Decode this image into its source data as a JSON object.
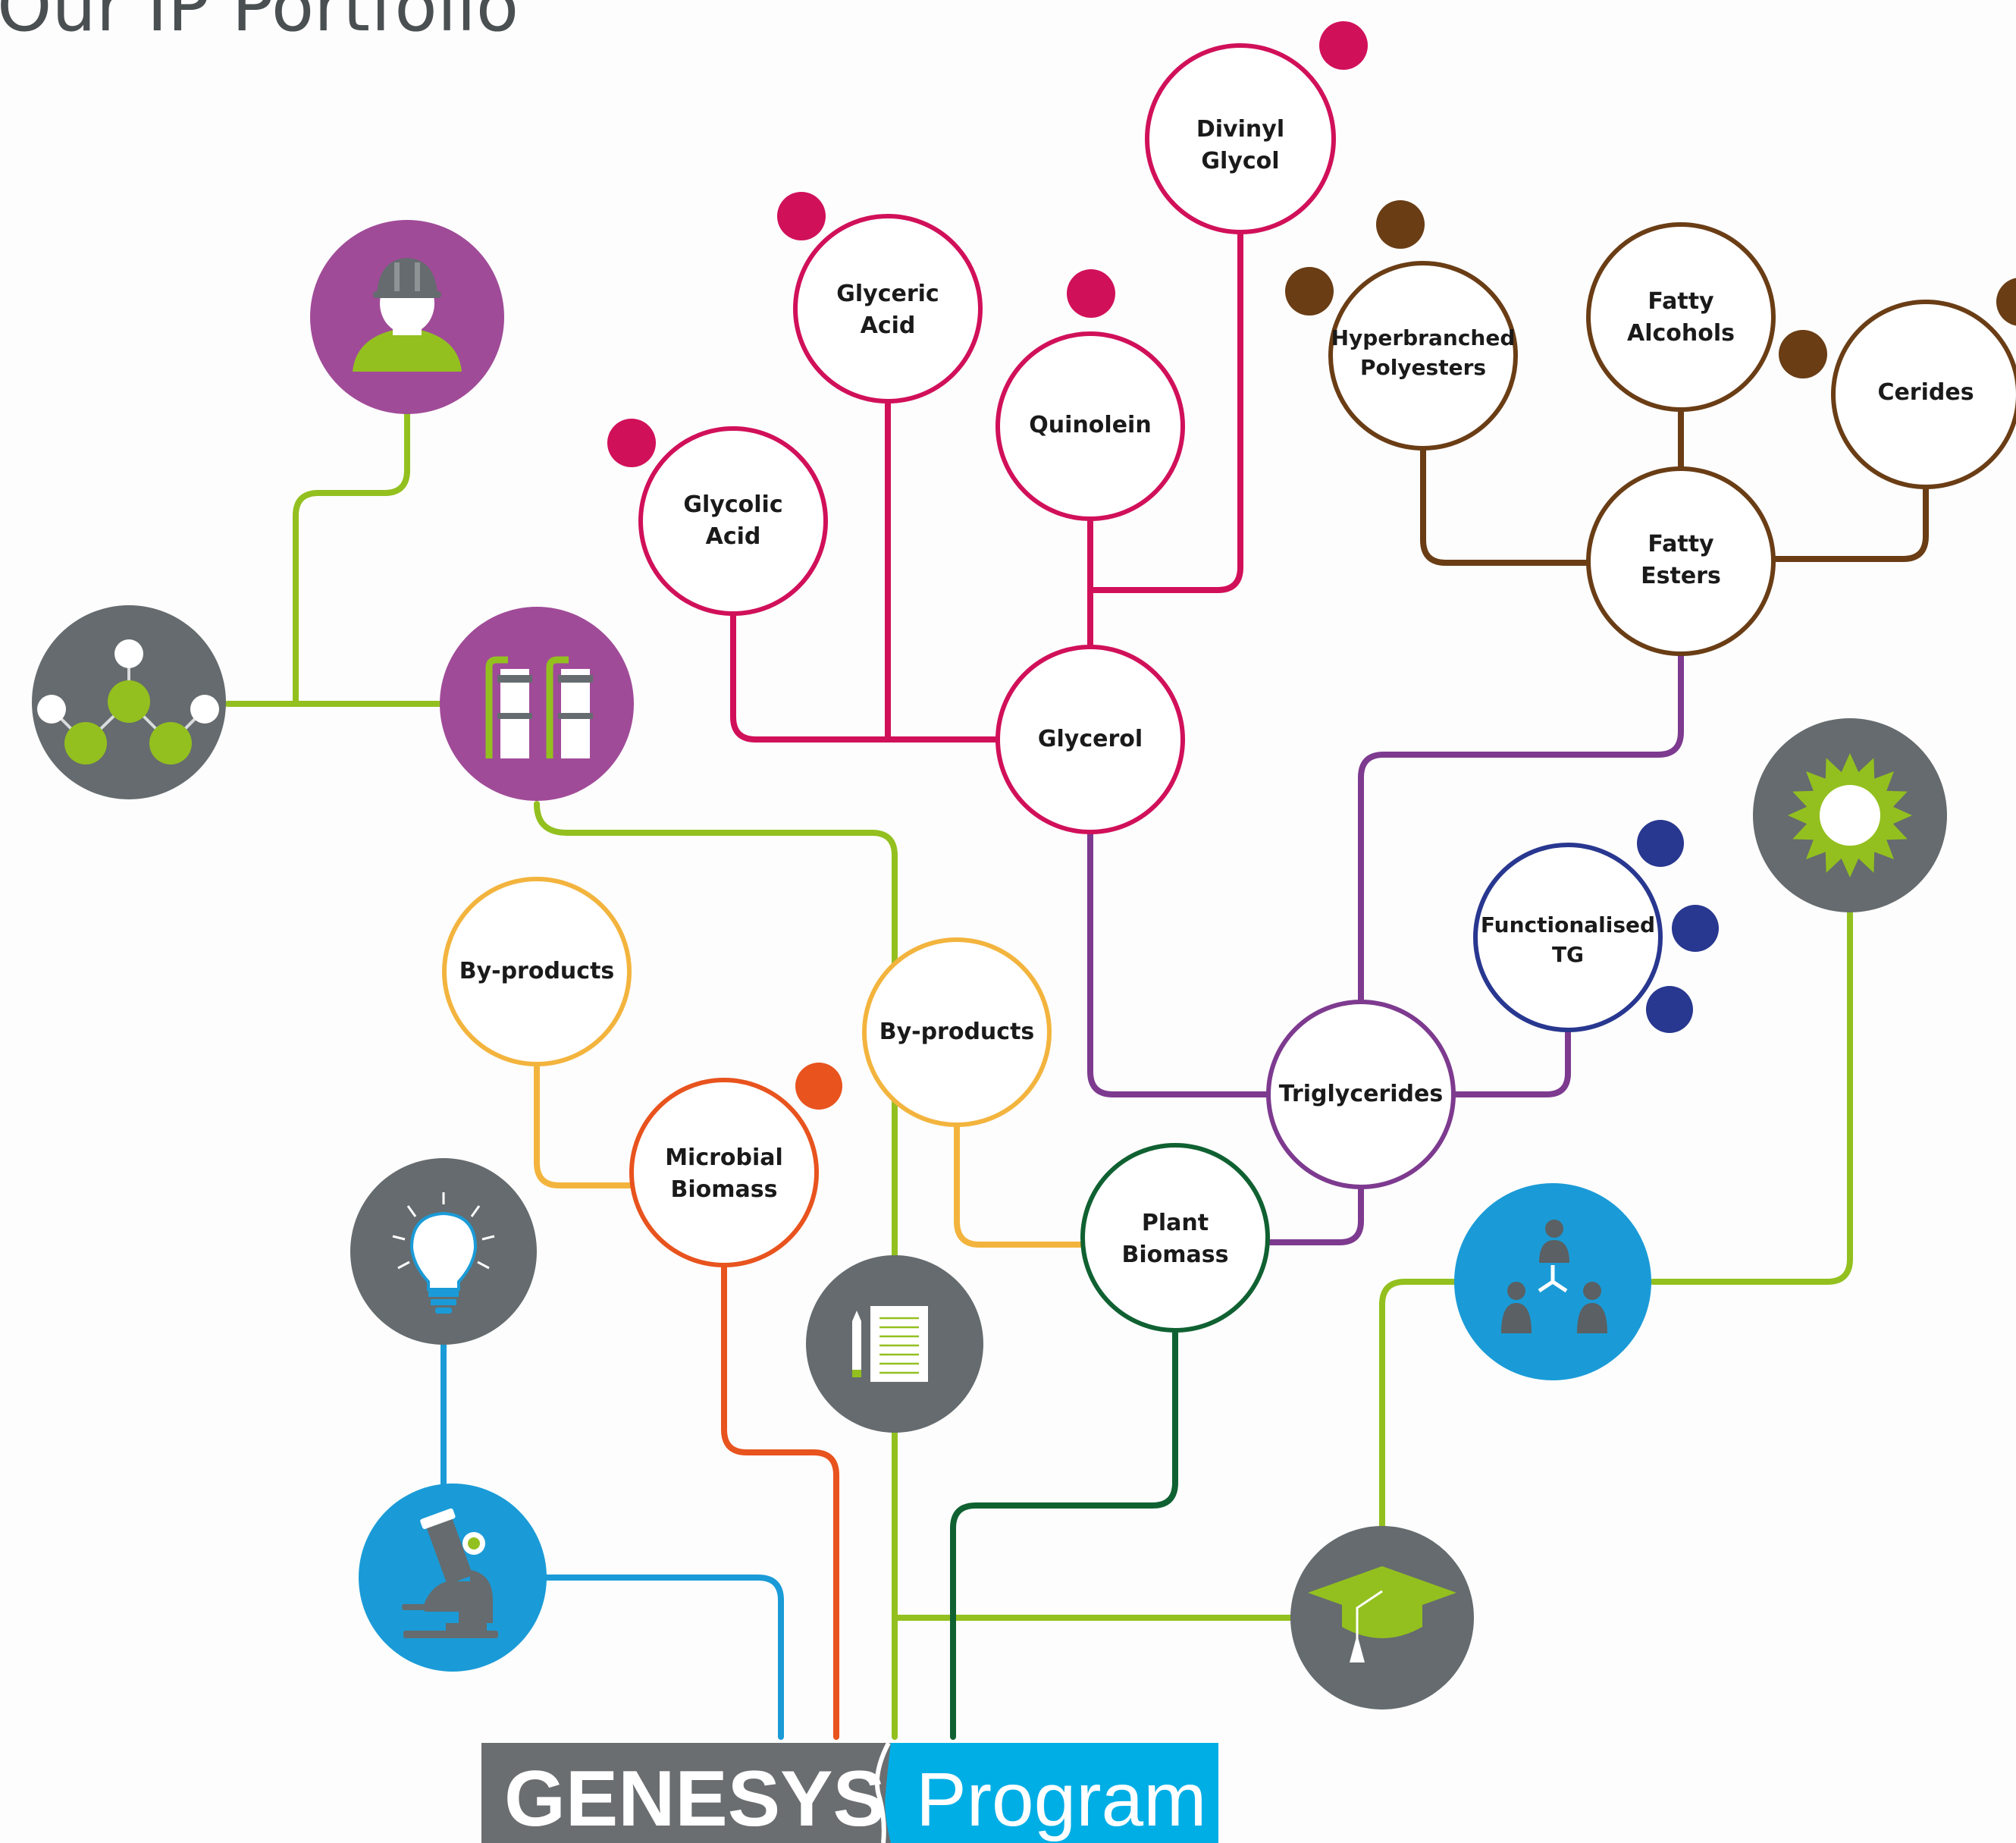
{
  "title": "Our IP Portfolio",
  "colors": {
    "crimson": "#d1105a",
    "brown": "#6a3d15",
    "purple": "#7d3a8f",
    "navy": "#28378f",
    "orange": "#e8531e",
    "yellow": "#f3b43e",
    "dark_green": "#106132",
    "lime": "#93c01f",
    "blue": "#1a9bd7",
    "icon_gray": "#656b6e",
    "icon_purple": "#a04b98",
    "banner_gray": "#6b6e70",
    "banner_blue": "#00aee6"
  },
  "nodes": {
    "divinyl_glycol": [
      "Divinyl",
      "Glycol"
    ],
    "glyceric_acid": [
      "Glyceric",
      "Acid"
    ],
    "quinolein": [
      "Quinolein"
    ],
    "glycolic_acid": [
      "Glycolic",
      "Acid"
    ],
    "glycerol": [
      "Glycerol"
    ],
    "hyperbranched_polyesters": [
      "Hyperbranched",
      "Polyesters"
    ],
    "fatty_alcohols": [
      "Fatty",
      "Alcohols"
    ],
    "cerides": [
      "Cerides"
    ],
    "fatty_esters": [
      "Fatty",
      "Esters"
    ],
    "functionalised_tg": [
      "Functionalised",
      "TG"
    ],
    "by_products_left": [
      "By-products"
    ],
    "by_products_center": [
      "By-products"
    ],
    "microbial_biomass": [
      "Microbial",
      "Biomass"
    ],
    "triglycerides": [
      "Triglycerides"
    ],
    "plant_biomass": [
      "Plant",
      "Biomass"
    ]
  },
  "icons": [
    "worker-icon",
    "molecule-icon",
    "bioreactor-icon",
    "sun-gear-icon",
    "lightbulb-icon",
    "document-icon",
    "network-people-icon",
    "microscope-icon",
    "graduation-cap-icon"
  ],
  "banner": {
    "left_text": "GENESYS",
    "right_text": "Program"
  }
}
